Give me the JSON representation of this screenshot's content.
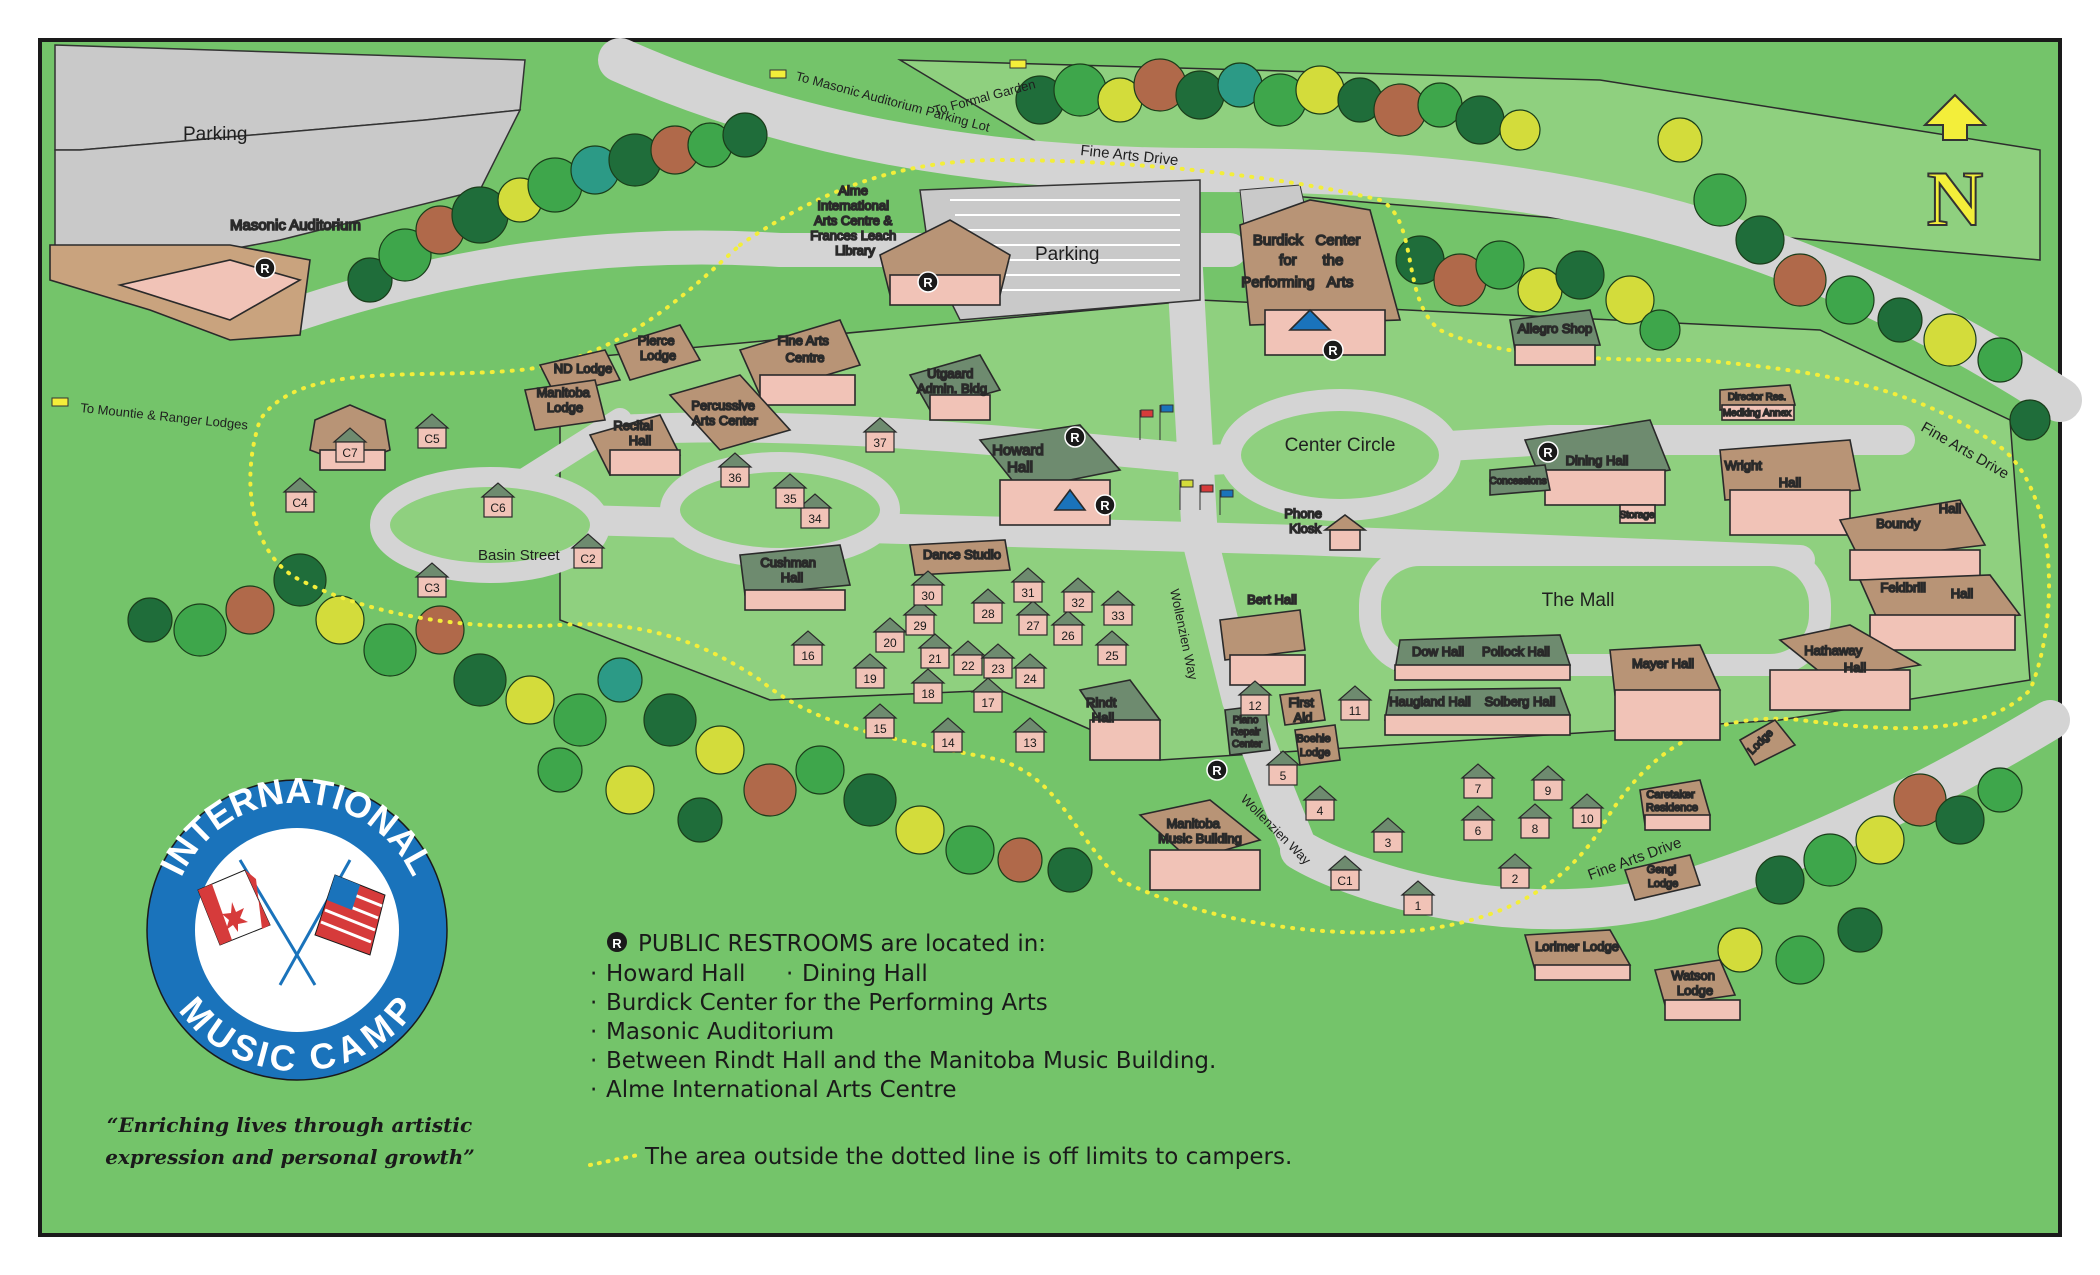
{
  "colors": {
    "grass": "#74c46a",
    "grass_light": "#8fd07f",
    "road": "#d4d4d4",
    "building_fill": "#f1c3b7",
    "roof_brown": "#b89476",
    "roof_green": "#6e8b6f",
    "dotted_line": "#f3ee3a",
    "logo_blue": "#1a73bb",
    "border": "#1a1a1a",
    "tree_dark": "#1f6d3a",
    "tree_mid": "#3ea64b",
    "tree_yellow": "#d3dc3b",
    "tree_brown": "#b0694a",
    "tree_teal": "#2c9a86"
  },
  "compass": {
    "letter": "N"
  },
  "roads": {
    "fine_arts_drive_top": "Fine Arts Drive",
    "fine_arts_drive_right": "Fine Arts Drive",
    "fine_arts_drive_bottom": "Fine Arts Drive",
    "basin_street": "Basin Street",
    "wollenzien_way_1": "Wollenzien Way",
    "wollenzien_way_2": "Wollenzien Way",
    "to_masonic_lot": "To Masonic Auditorium Parking Lot",
    "to_formal_garden": "To Formal Garden",
    "to_mountie": "To Mountie & Ranger Lodges"
  },
  "areas": {
    "parking_top_left": "Parking",
    "parking_center": "Parking",
    "center_circle": "Center Circle",
    "the_mall": "The Mall"
  },
  "buildings": {
    "masonic_auditorium": "Masonic Auditorium",
    "alme_centre": [
      "Alme",
      "International",
      "Arts Centre &",
      "Frances Leach",
      "Library"
    ],
    "burdick_center": [
      "Burdick",
      "Center",
      "for",
      "the",
      "Performing",
      "Arts"
    ],
    "allegro_shop": "Allegro Shop",
    "nd_lodge": "ND Lodge",
    "pierce_lodge": [
      "Pierce",
      "Lodge"
    ],
    "manitoba_lodge": [
      "Manitoba",
      "Lodge"
    ],
    "fine_arts_centre": [
      "Fine Arts",
      "Centre"
    ],
    "recital_hall": [
      "Recital",
      "Hall"
    ],
    "percussive_arts": [
      "Percussive",
      "Arts Center"
    ],
    "utgaard": [
      "Utgaard",
      "Admin. Bldg"
    ],
    "howard_hall": [
      "Howard",
      "Hall"
    ],
    "cushman_hall": [
      "Cushman",
      "Hall"
    ],
    "dance_studio": "Dance Studio",
    "rindt_hall": [
      "Rindt",
      "Hall"
    ],
    "manitoba_music": [
      "Manitoba",
      "Music Building"
    ],
    "phone_kiosk": [
      "Phone",
      "Kiosk"
    ],
    "dining_hall": "Dining Hall",
    "concessions": "Concessions",
    "storage": "Storage",
    "bert_hall": "Bert Hall",
    "first_aid": [
      "First",
      "Aid"
    ],
    "boehle_lodge": [
      "Boehle",
      "Lodge"
    ],
    "piano_repair": [
      "Piano",
      "Repair",
      "Center"
    ],
    "dow_hall": "Dow Hall",
    "pollock_hall": "Pollock Hall",
    "haugland_hall": "Haugland Hall",
    "solberg_hall": "Solberg Hall",
    "mayer_hall": "Mayer Hall",
    "director_res": "Director Res.",
    "medking_annex": "Medking Annex",
    "wright_hall": [
      "Wright",
      "Hall"
    ],
    "boundy_hall": [
      "Boundy",
      "Hall"
    ],
    "feldbrill_hall": [
      "Feldbrill",
      "Hall"
    ],
    "hathaway_hall": [
      "Hathaway",
      "Hall"
    ],
    "caretaker": [
      "Caretaker",
      "Residence"
    ],
    "lodge_small": "Lodge",
    "gengi_lodge": [
      "Gengi",
      "Lodge"
    ],
    "lorimer_lodge": "Lorimer Lodge",
    "watson_lodge": [
      "Watson",
      "Lodge"
    ]
  },
  "cabins": [
    "C1",
    "C2",
    "C3",
    "C4",
    "C5",
    "C6",
    "C7",
    "1",
    "2",
    "3",
    "4",
    "5",
    "6",
    "7",
    "8",
    "9",
    "10",
    "11",
    "12",
    "13",
    "14",
    "15",
    "16",
    "17",
    "18",
    "19",
    "20",
    "21",
    "22",
    "23",
    "24",
    "25",
    "26",
    "27",
    "28",
    "29",
    "30",
    "31",
    "32",
    "33",
    "34",
    "35",
    "36",
    "37"
  ],
  "restroom_symbol": "R",
  "legend": {
    "title": "PUBLIC RESTROOMS are located in:",
    "items": [
      "Howard Hall",
      "Dining Hall",
      "Burdick Center for the Performing Arts",
      "Masonic Auditorium",
      "Between Rindt Hall and the Manitoba Music Building.",
      "Alme International Arts Centre"
    ],
    "dotted_note": "The area outside the dotted line is off limits to campers."
  },
  "logo": {
    "top": "INTERNATIONAL",
    "bottom": "MUSIC CAMP"
  },
  "tagline": [
    "“Enriching lives through artistic",
    "expression and personal growth”"
  ]
}
